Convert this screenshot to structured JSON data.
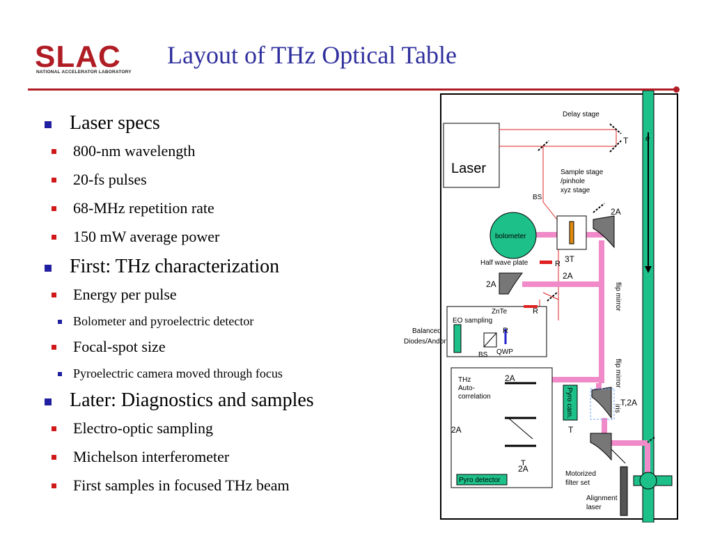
{
  "header": {
    "logo_text": "SLAC",
    "logo_subtitle": "NATIONAL ACCELERATOR LABORATORY",
    "title": "Layout of THz Optical Table"
  },
  "bullets": [
    {
      "text": "Laser specs",
      "children": [
        {
          "text": "800-nm wavelength"
        },
        {
          "text": "20-fs pulses"
        },
        {
          "text": "68-MHz repetition rate"
        },
        {
          "text": "150 mW average power"
        }
      ]
    },
    {
      "text": "First: THz characterization",
      "children": [
        {
          "text": "Energy per pulse",
          "children": [
            {
              "text": "Bolometer and pyroelectric detector"
            }
          ]
        },
        {
          "text": "Focal-spot size",
          "children": [
            {
              "text": "Pyroelectric camera moved through focus"
            }
          ]
        }
      ]
    },
    {
      "text": "Later: Diagnostics and samples",
      "children": [
        {
          "text": "Electro-optic sampling"
        },
        {
          "text": "Michelson interferometer"
        },
        {
          "text": "First samples in focused THz beam"
        }
      ]
    }
  ],
  "diagram": {
    "labels": {
      "delay_stage": "Delay stage",
      "laser": "Laser",
      "t_top": "T",
      "e_beam": "e",
      "sample_stage_1": "Sample stage",
      "sample_stage_2": "/pinhole",
      "sample_stage_3": "xyz stage",
      "bs_top": "BS",
      "two_a_top": "2A",
      "bolometer": "bolometer",
      "half_wave_plate": "Half wave plate",
      "r_hwp": "R",
      "three_t": "3T",
      "two_a_mid": "2A",
      "two_a_left": "2A",
      "flip_mirror_1": "flip mirror",
      "znte": "ZnTe",
      "r_znte": "R",
      "eo_sampling": "EO sampling",
      "r_eo": "R",
      "balanced_1": "Balanced",
      "balanced_2": "Diodes/Andor",
      "bs_eo": "BS",
      "qwp": "QWP",
      "flip_mirror_2": "flip mirror",
      "thz_auto_1": "THz",
      "thz_auto_2": "Auto-",
      "thz_auto_3": "correlation",
      "two_a_auto": "2A",
      "pyro_cam": "Pyro cam.",
      "iris": "iris",
      "t_2a": "T,2A",
      "t_cam": "T",
      "two_a_auto_left": "2A",
      "t_bottom": "T",
      "two_a_bottom": "2A",
      "pyro_detector": "Pyro detector",
      "motorized_1": "Motorized",
      "motorized_2": "filter set",
      "alignment_1": "Alignment",
      "alignment_2": "laser"
    }
  }
}
